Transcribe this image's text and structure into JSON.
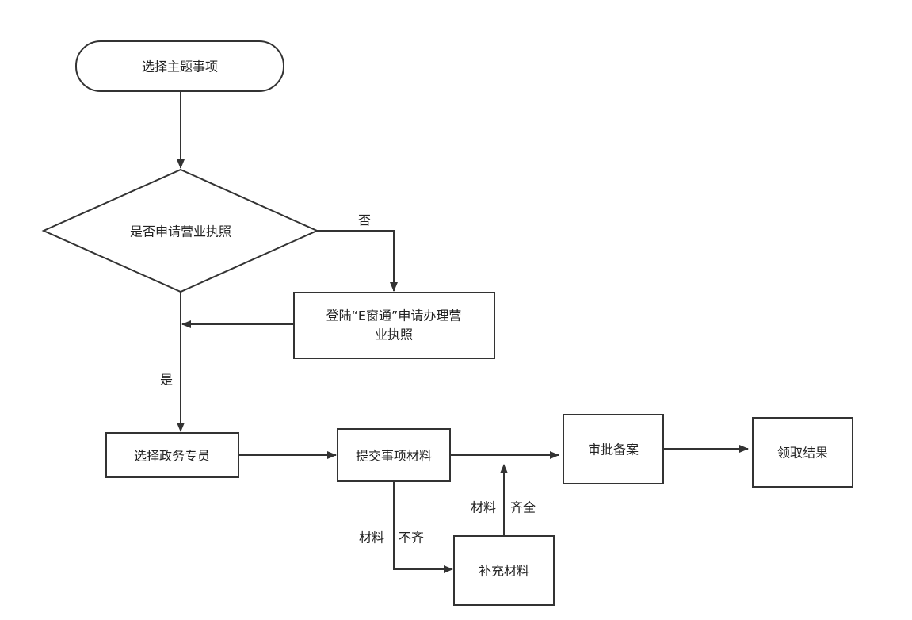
{
  "nodes": {
    "start": "选择主题事项",
    "decision": "是否申请营业执照",
    "login_line1": "登陆“E窗通”申请办理营",
    "login_line2": "业执照",
    "select_official": "选择政务专员",
    "submit": "提交事项材料",
    "approve": "审批备案",
    "receive": "领取结果",
    "supplement": "补充材料"
  },
  "edges": {
    "no": "否",
    "yes": "是",
    "incomplete_a": "材料",
    "incomplete_b": "不齐",
    "complete_a": "材料",
    "complete_b": "齐全"
  },
  "colors": {
    "stroke": "#333333",
    "fill": "#ffffff",
    "text": "#222222"
  }
}
